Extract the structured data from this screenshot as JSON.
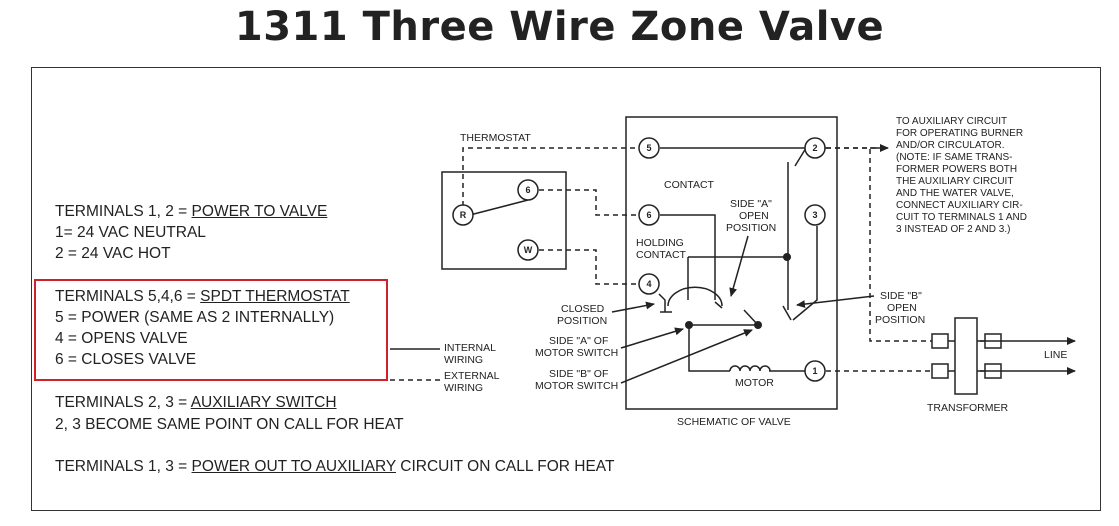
{
  "title": "1311 Three Wire Zone Valve",
  "legend": {
    "g1_prefix": "TERMINALS 1, 2 = ",
    "g1_link": "POWER TO VALVE",
    "g1_l1": "1= 24 VAC NEUTRAL",
    "g1_l2": "2 = 24 VAC HOT",
    "g2_prefix": "TERMINALS 5,4,6 = ",
    "g2_link": "SPDT THERMOSTAT",
    "g2_l1": "5 = POWER (SAME AS 2 INTERNALLY)",
    "g2_l2": "4 = OPENS VALVE",
    "g2_l3": "6 = CLOSES VALVE",
    "g3_prefix": "TERMINALS 2, 3 = ",
    "g3_link": "AUXILIARY SWITCH",
    "g3_l1": "2, 3 BECOME SAME POINT ON CALL FOR HEAT",
    "g4_prefix": "TERMINALS 1, 3 = ",
    "g4_link": "POWER OUT TO AUXILIARY",
    "g4_suffix": " CIRCUIT ON CALL FOR HEAT"
  },
  "wiring_key": {
    "internal_l1": "INTERNAL",
    "internal_l2": "WIRING",
    "external_l1": "EXTERNAL",
    "external_l2": "WIRING"
  },
  "labels": {
    "thermostat": "THERMOSTAT",
    "contact": "CONTACT",
    "holding_l1": "HOLDING",
    "holding_l2": "CONTACT",
    "side_a_open_l1": "SIDE \"A\"",
    "side_a_open_l2": "OPEN",
    "side_a_open_l3": "POSITION",
    "closed_l1": "CLOSED",
    "closed_l2": "POSITION",
    "side_a_motor_l1": "SIDE \"A\" OF",
    "side_a_motor_l2": "MOTOR SWITCH",
    "side_b_motor_l1": "SIDE \"B\" OF",
    "side_b_motor_l2": "MOTOR SWITCH",
    "motor": "MOTOR",
    "schematic": "SCHEMATIC OF VALVE",
    "side_b_open_l1": "SIDE \"B\"",
    "side_b_open_l2": "OPEN",
    "side_b_open_l3": "POSITION",
    "transformer": "TRANSFORMER",
    "line": "LINE",
    "aux_note": [
      "TO AUXILIARY CIRCUIT",
      "FOR OPERATING BURNER",
      "AND/OR CIRCULATOR.",
      "(NOTE: IF SAME TRANS-",
      "FORMER POWERS BOTH",
      "THE AUXILIARY CIRCUIT",
      "AND THE WATER VALVE,",
      "CONNECT AUXILIARY CIR-",
      "CUIT TO TERMINALS 1 AND",
      "3 INSTEAD OF 2 AND 3.)"
    ]
  },
  "terminals": {
    "t1": "1",
    "t2": "2",
    "t3": "3",
    "t4": "4",
    "t5": "5",
    "t6": "6",
    "th6": "6",
    "thR": "R",
    "thW": "W"
  },
  "colors": {
    "highlight": "#d0202a",
    "ink": "#222222"
  }
}
